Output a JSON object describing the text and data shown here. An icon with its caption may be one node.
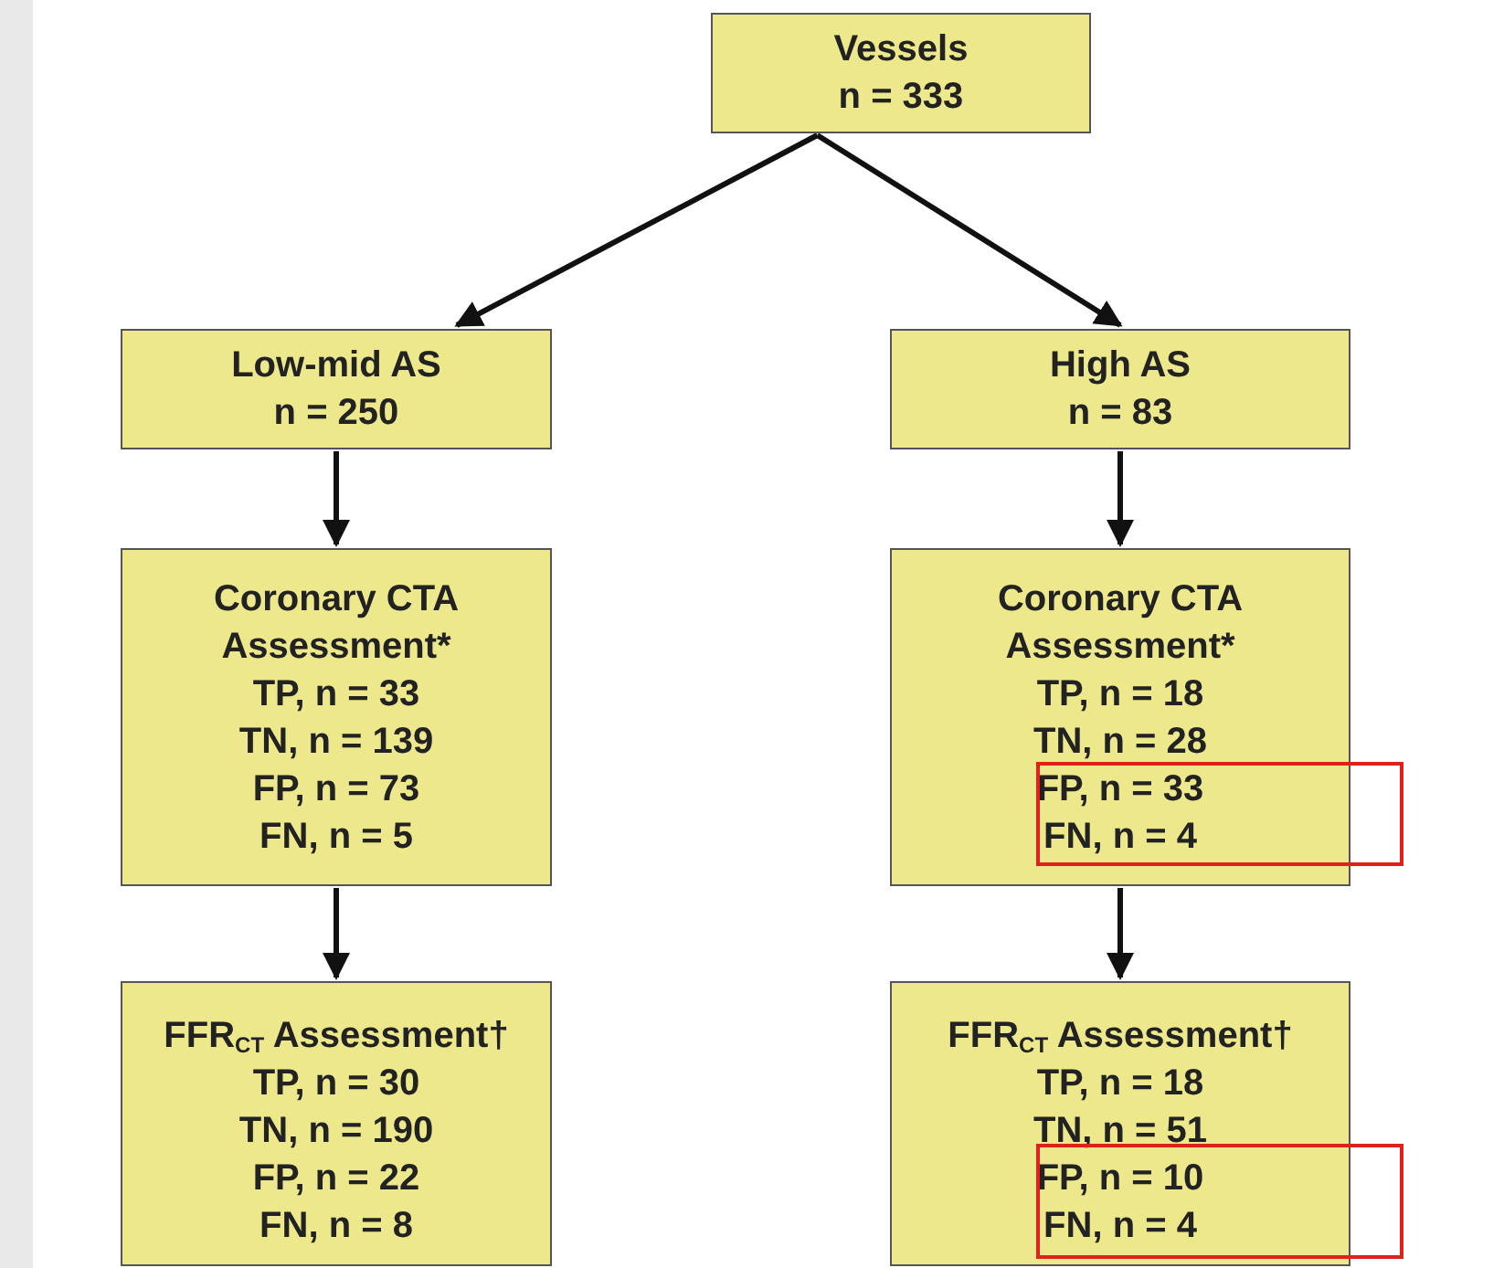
{
  "diagram": {
    "nodes": [
      {
        "text": [
          "Vessels",
          "n = 333"
        ]
      },
      {
        "text": [
          "Low-mid AS",
          "n = 250"
        ]
      },
      {
        "text": [
          "High AS",
          "n = 83"
        ]
      },
      {
        "text": [
          "Coronary CTA Assessment*",
          "TP, n = 33",
          "TN, n = 139",
          "FP, n = 73",
          "FN, n = 5"
        ]
      },
      {
        "text": [
          "Coronary CTA Assessment*",
          "TP, n = 18",
          "TN, n = 28",
          "FP, n = 33",
          "FN, n = 4"
        ]
      },
      {
        "text": [
          "FFR$_{CT}$ Assessment†",
          "TP, n = 30",
          "TN, n = 190",
          "FP, n = 22",
          "FN, n = 8"
        ]
      },
      {
        "text": [
          "FFR$_{CT}$ Assessment†",
          "TP, n = 18",
          "TN, n = 51",
          "FP, n = 10",
          "FN, n = 4"
        ]
      }
    ],
    "edges": [
      {
        "from": 0,
        "to": 1,
        "arrow": "to"
      },
      {
        "from": 0,
        "to": 2,
        "arrow": "to"
      },
      {
        "from": 1,
        "to": 3,
        "arrow": "to"
      },
      {
        "from": 2,
        "to": 4,
        "arrow": "to"
      },
      {
        "from": 3,
        "to": 5,
        "arrow": "to"
      },
      {
        "from": 4,
        "to": 6,
        "arrow": "to"
      }
    ]
  }
}
